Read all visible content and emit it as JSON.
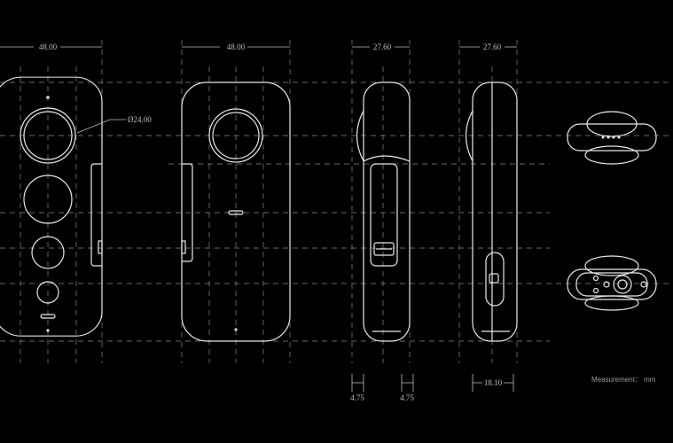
{
  "title": "Camera dimension drawing",
  "dimensions": {
    "front_width": "48.00",
    "back_width": "48.00",
    "side1_depth": "27.60",
    "side2_depth": "27.60",
    "lens_diameter": "Ø24.00",
    "side1_bulge_left": "4.75",
    "side1_bulge_right": "4.75",
    "side2_body": "18.10"
  },
  "unit_note": "Measurement： mm",
  "colors": {
    "background": "#000000",
    "line": "#e8e8e8"
  }
}
